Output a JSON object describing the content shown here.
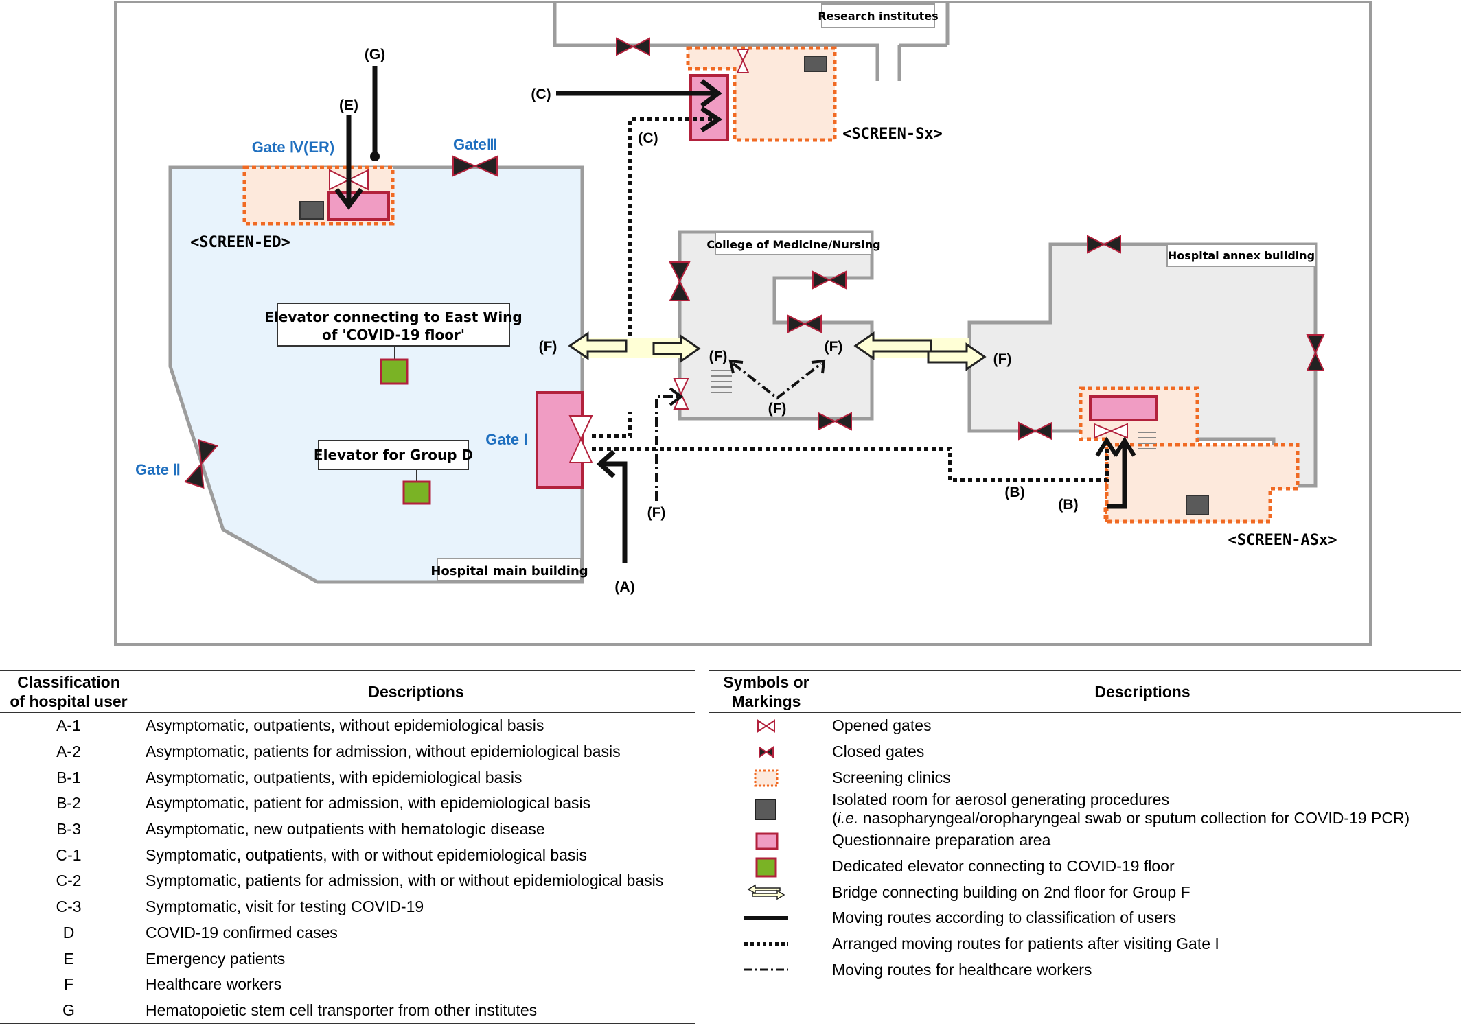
{
  "map": {
    "buildings": {
      "research": "Research institutes",
      "college": "College of Medicine/Nursing",
      "annex": "Hospital annex building",
      "main": "Hospital main building"
    },
    "gates": {
      "gate1": "Gate Ⅰ",
      "gate2": "Gate Ⅱ",
      "gate3": "GateⅢ",
      "gate4": "Gate Ⅳ(ER)"
    },
    "screens": {
      "ed": "<SCREEN-ED>",
      "sx": "<SCREEN-Sx>",
      "asx": "<SCREEN-ASx>"
    },
    "elevators": {
      "east_wing_line1": "Elevator connecting to East Wing",
      "east_wing_line2": "of 'COVID-19 floor'",
      "group_d": "Elevator for Group D"
    },
    "routes": {
      "a": "(A)",
      "b": "(B)",
      "c": "(C)",
      "e": "(E)",
      "f": "(F)",
      "g": "(G)"
    },
    "colors": {
      "main_building": "#e8f3fc",
      "gray_building": "#ececec",
      "outline": "#9c9c9c",
      "screening": "#f06a23",
      "screening_fill": "#fde9dc",
      "questionnaire": "#f09cc3",
      "questionnaire_border": "#b2213c",
      "elevator": "#7ab325",
      "iso_room": "#5a5a5a",
      "gate_blue": "#1f6fbf",
      "bridge": "#ffffd6"
    }
  },
  "users_table": {
    "headers": [
      "Classification\nof hospital user",
      "Descriptions"
    ],
    "rows": [
      {
        "code": "A-1",
        "desc": "Asymptomatic, outpatients, without epidemiological basis"
      },
      {
        "code": "A-2",
        "desc": "Asymptomatic, patients for admission, without epidemiological basis"
      },
      {
        "code": "B-1",
        "desc": "Asymptomatic, outpatients, with epidemiological basis"
      },
      {
        "code": "B-2",
        "desc": "Asymptomatic, patient for admission, with epidemiological basis"
      },
      {
        "code": "B-3",
        "desc": "Asymptomatic, new outpatients with hematologic disease"
      },
      {
        "code": "C-1",
        "desc": "Symptomatic, outpatients, with or without epidemiological basis"
      },
      {
        "code": "C-2",
        "desc": "Symptomatic, patients for admission, with or without epidemiological basis"
      },
      {
        "code": "C-3",
        "desc": "Symptomatic, visit for testing COVID-19"
      },
      {
        "code": "D",
        "desc": "COVID-19 confirmed cases"
      },
      {
        "code": "E",
        "desc": "Emergency patients"
      },
      {
        "code": "F",
        "desc": "Healthcare workers"
      },
      {
        "code": "G",
        "desc": "Hematopoietic stem cell transporter from other institutes"
      }
    ]
  },
  "symbols_table": {
    "headers": [
      "Symbols or\nMarkings",
      "Descriptions"
    ],
    "rows": [
      {
        "symbol": "opened-gate-icon",
        "desc": "Opened gates"
      },
      {
        "symbol": "closed-gate-icon",
        "desc": "Closed gates"
      },
      {
        "symbol": "screening-clinic-icon",
        "desc": "Screening clinics"
      },
      {
        "symbol": "isolated-room-icon",
        "desc": "Isolated room for aerosol generating procedures",
        "desc2_italic": "i.e.",
        "desc2": " nasopharyngeal/oropharyngeal swab or sputum collection for COVID-19 PCR)"
      },
      {
        "symbol": "questionnaire-area-icon",
        "desc": "Questionnaire preparation area"
      },
      {
        "symbol": "elevator-icon",
        "desc": "Dedicated elevator connecting to COVID-19 floor"
      },
      {
        "symbol": "bridge-icon",
        "desc": "Bridge connecting building on 2nd floor for Group F"
      },
      {
        "symbol": "solid-route-icon",
        "desc": "Moving routes according to classification of users"
      },
      {
        "symbol": "dotted-route-icon",
        "desc": "Arranged moving routes for patients after visiting Gate I"
      },
      {
        "symbol": "dashdot-route-icon",
        "desc": "Moving routes for healthcare workers"
      }
    ]
  }
}
